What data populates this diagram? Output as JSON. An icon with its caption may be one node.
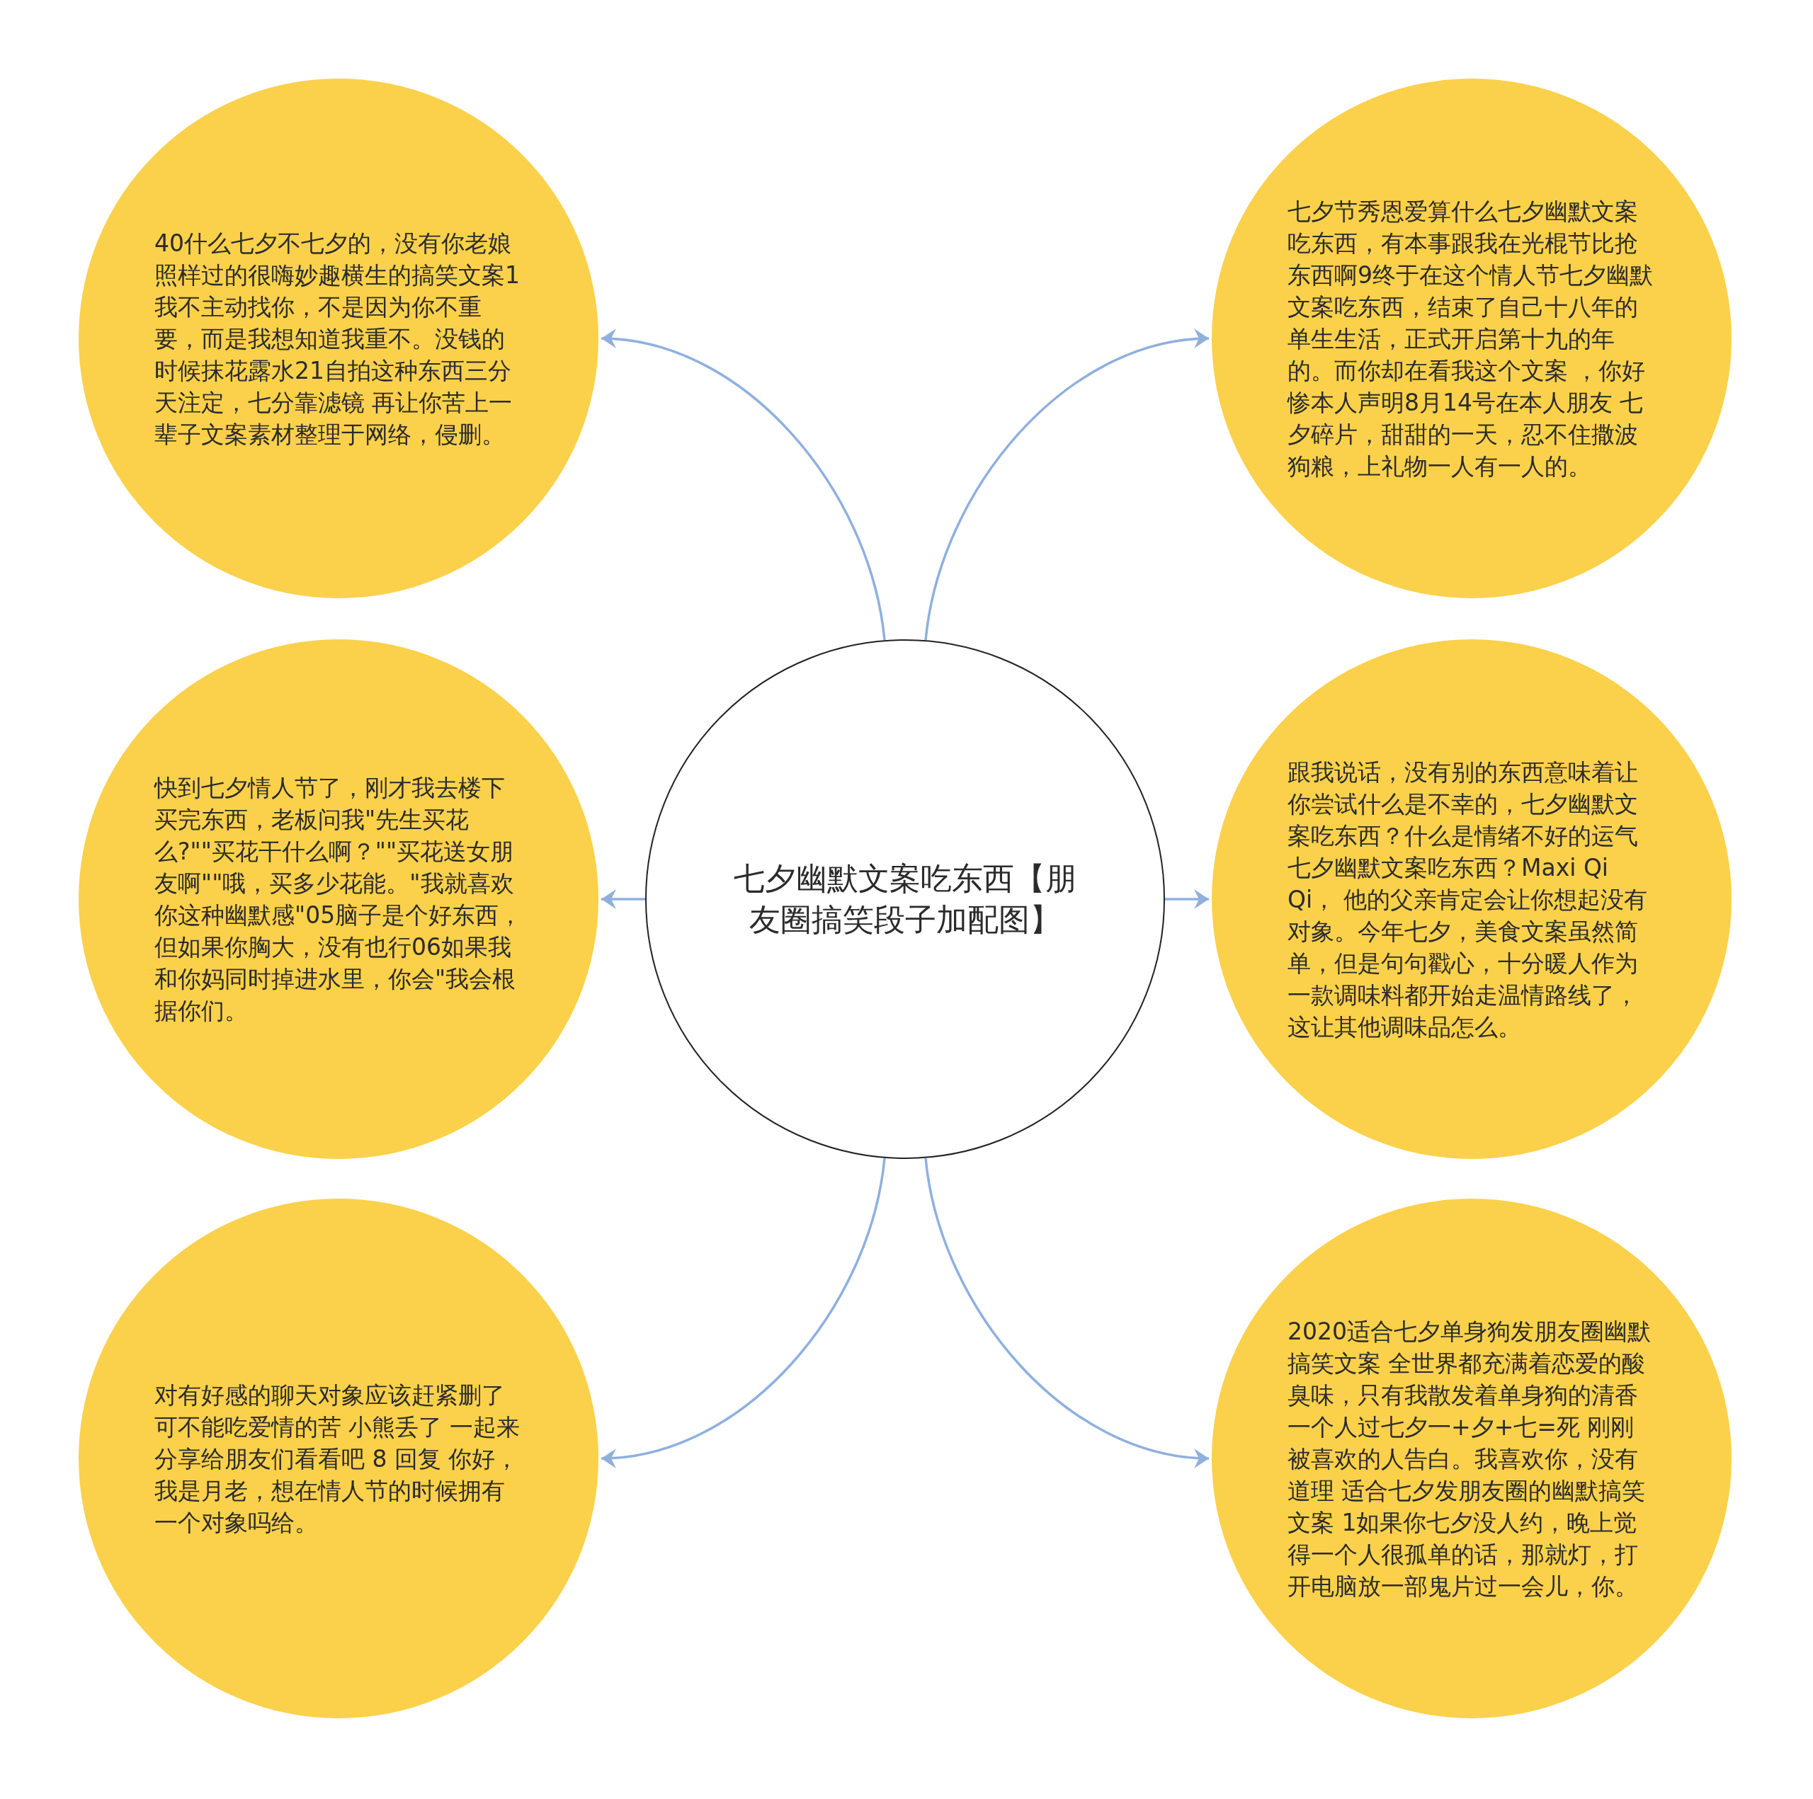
{
  "diagram": {
    "nodes": [
      {
        "text": [
          "七夕幽默文案吃东西【朋友圈搞笑段子加配图】"
        ]
      },
      {
        "text": [
          "40什么七夕不七夕的，没有你老娘照样过的很嗨妙趣横生的搞笑文案1我不主动找你，不是因为你不重要，而是我想知道我重不。没钱的时候抹花露水21自拍这种东西三分天注定，七分靠滤镜 再让你苦上一辈子文案素材整理于网络，侵删。"
        ]
      },
      {
        "text": [
          "七夕节秀恩爱算什么七夕幽默文案吃东西，有本事跟我在光棍节比抢东西啊9终于在这个情人节七夕幽默文案吃东西，结束了自己十八年的单生生活，正式开启第十九的年的。而你却在看我这个文案 ，你好惨本人声明8月14号在本人朋友 七夕碎片，甜甜的一天，忍不住撒波狗粮，上礼物一人有一人的。"
        ]
      },
      {
        "text": [
          "快到七夕情人节了，刚才我去楼下买完东西，老板问我\"先生买花么?\"\"买花干什么啊？\"\"买花送女朋友啊\"\"哦，买多少花能。\"我就喜欢你这种幽默感\"05脑子是个好东西，但如果你胸大，没有也行06如果我和你妈同时掉进水里，你会\"我会根据你们。"
        ]
      },
      {
        "text": [
          "跟我说话，没有别的东西意味着让你尝试什么是不幸的，七夕幽默文案吃东西？什么是情绪不好的运气七夕幽默文案吃东西？Maxi Qi Qi， 他的父亲肯定会让你想起没有对象。今年七夕，美食文案虽然简单，但是句句戳心，十分暖人作为一款调味料都开始走温情路线了，这让其他调味品怎么。"
        ]
      },
      {
        "text": [
          "对有好感的聊天对象应该赶紧删了可不能吃爱情的苦 小熊丢了 一起来分享给朋友们看看吧 8 回复 你好，我是月老，想在情人节的时候拥有一个对象吗给。"
        ]
      },
      {
        "text": [
          "2020适合七夕单身狗发朋友圈幽默搞笑文案 全世界都充满着恋爱的酸臭味，只有我散发着单身狗的清香一个人过七夕一+夕+七=死 刚刚被喜欢的人告白。我喜欢你，没有道理 适合七夕发朋友圈的幽默搞笑文案 1如果你七夕没人约，晚上觉得一个人很孤单的话，那就灯，打开电脑放一部鬼片过一会儿，你。"
        ]
      }
    ],
    "edges": [
      {
        "from": 0,
        "to": 1,
        "arrow": "to"
      },
      {
        "from": 0,
        "to": 2,
        "arrow": "to"
      },
      {
        "from": 0,
        "to": 3,
        "arrow": "to"
      },
      {
        "from": 0,
        "to": 4,
        "arrow": "to"
      },
      {
        "from": 0,
        "to": 5,
        "arrow": "to"
      },
      {
        "from": 0,
        "to": 6,
        "arrow": "to"
      }
    ]
  }
}
